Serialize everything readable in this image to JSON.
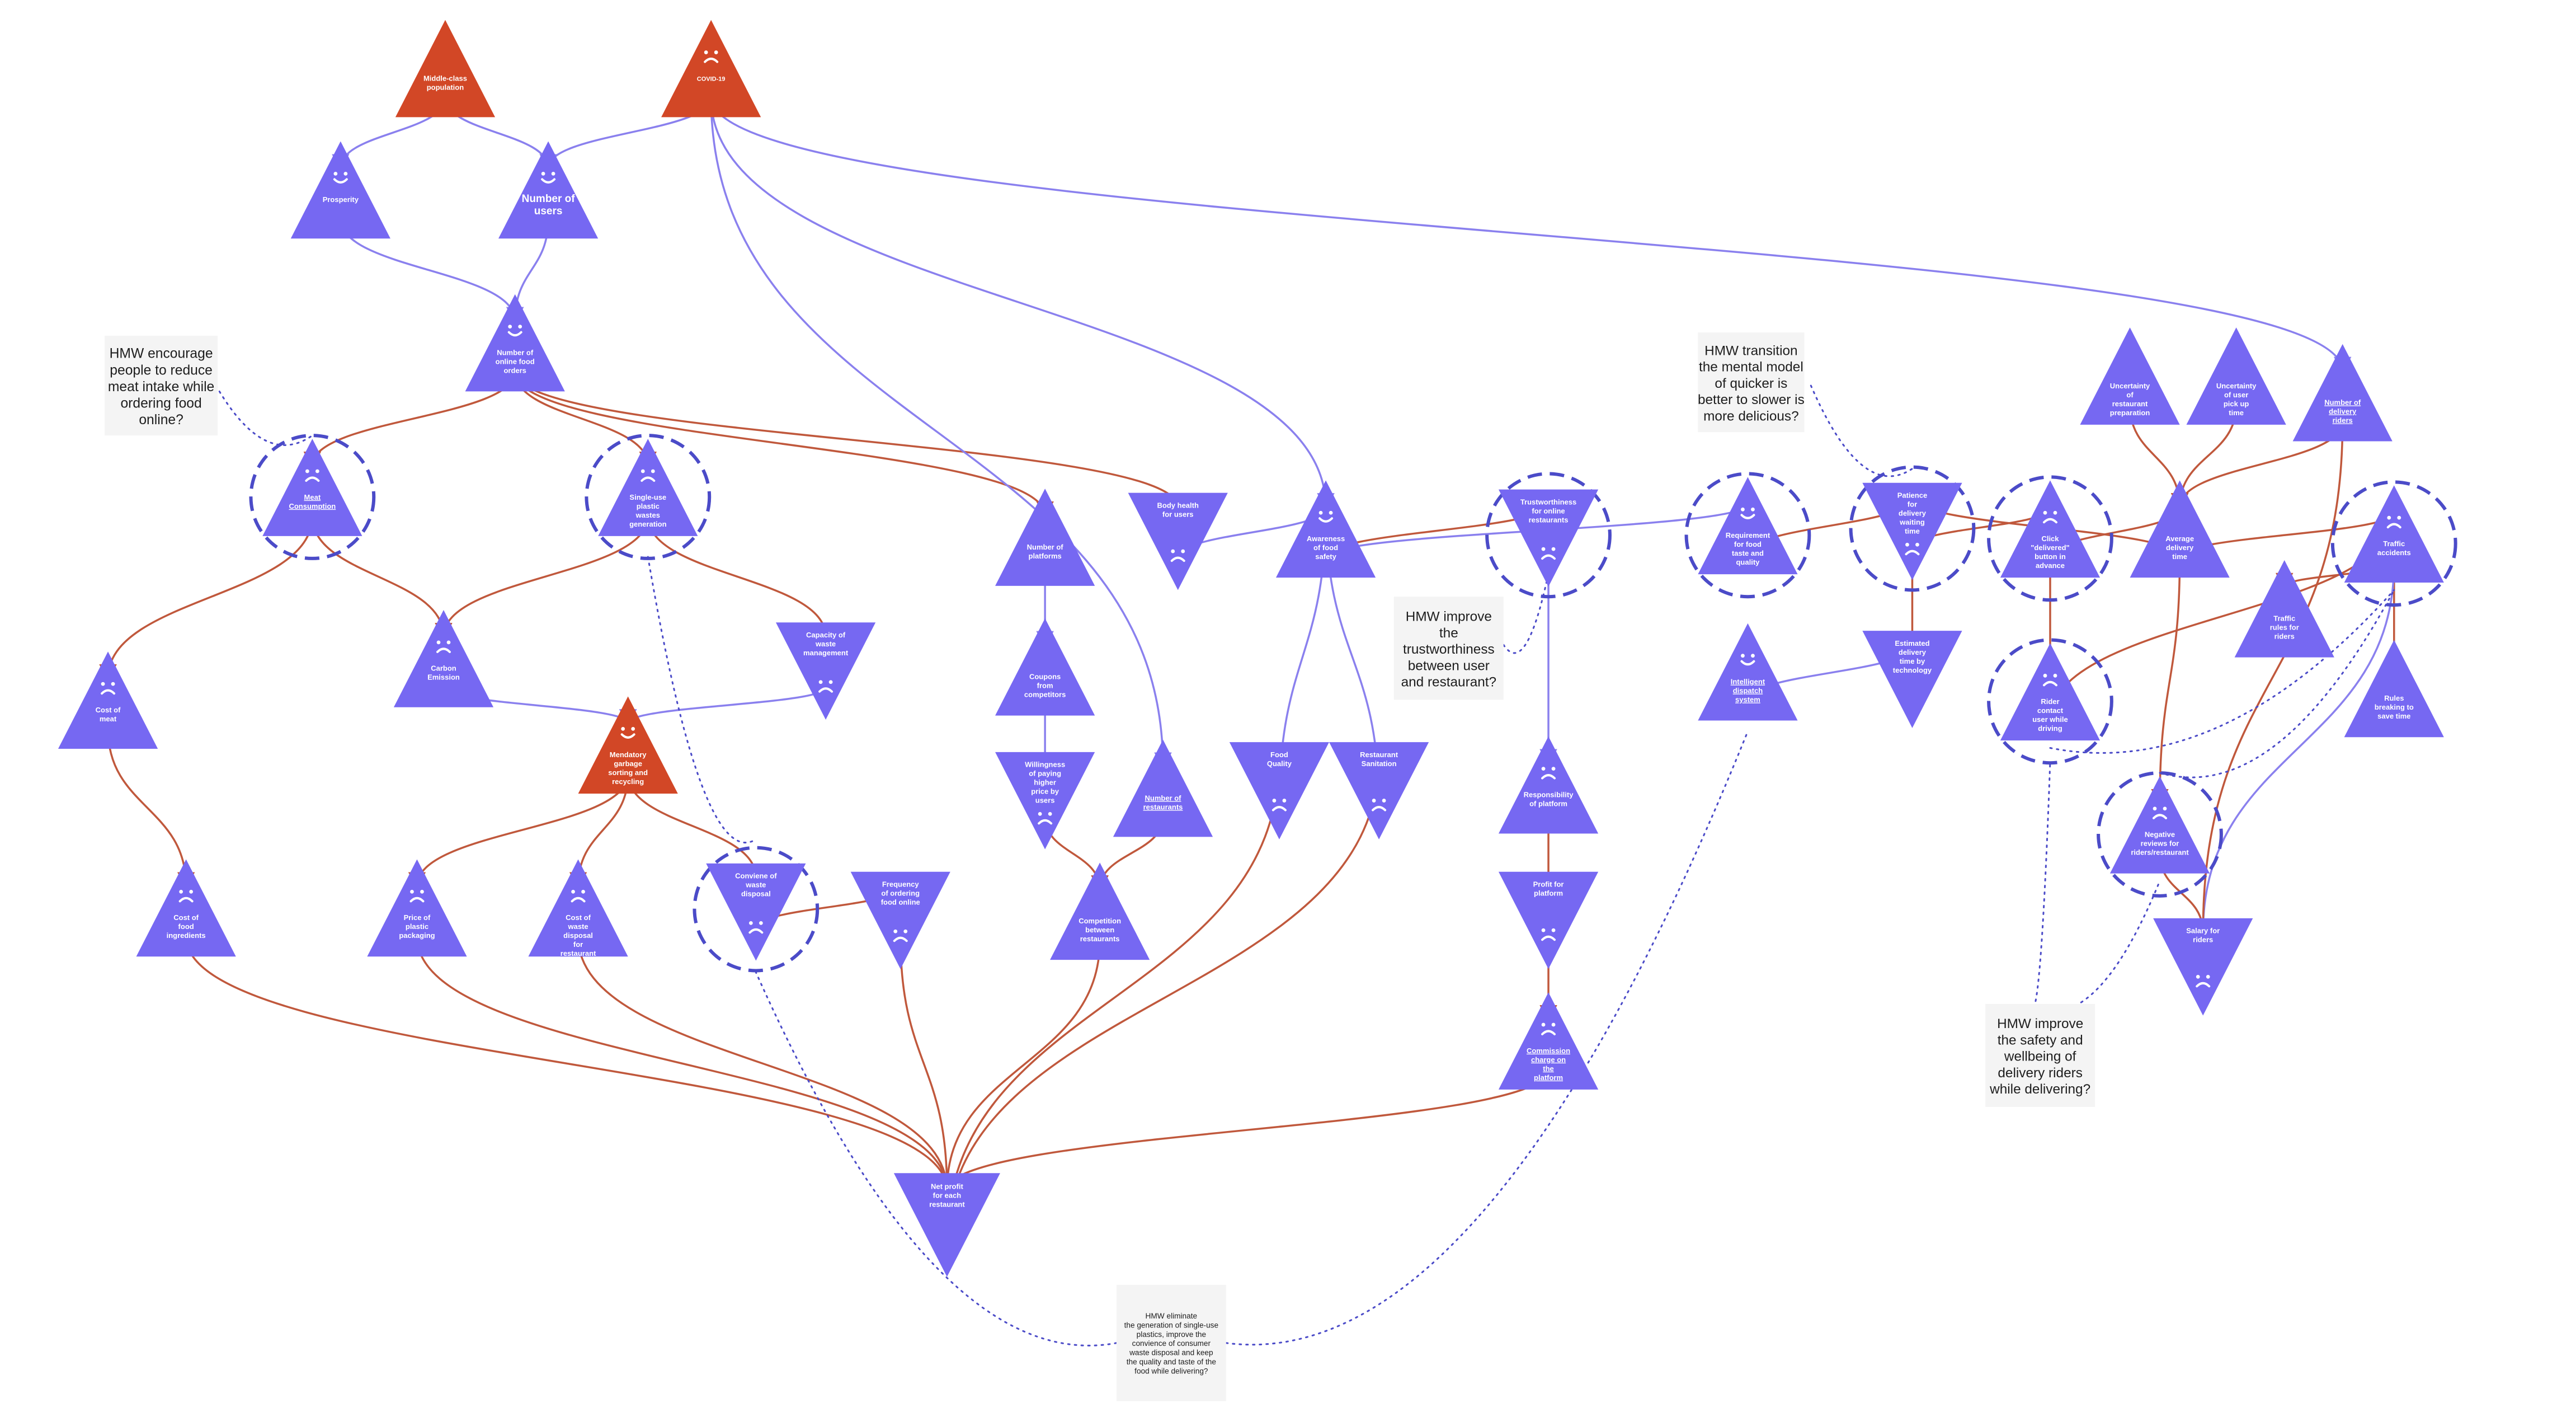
{
  "colors": {
    "purple": "#7668F2",
    "orange": "#D24726",
    "edge_purple": "#8A80EE",
    "edge_orange": "#C0583C",
    "note_bg": "#F4F4F4",
    "dashed": "#4B4BC8"
  },
  "nodes": [
    {
      "id": "middle_class",
      "label": "Middle-class population",
      "shape": "up",
      "color": "orange",
      "face": "none",
      "underline": false
    },
    {
      "id": "covid",
      "label": "COVID-19",
      "shape": "up",
      "color": "orange",
      "face": "sad",
      "underline": false
    },
    {
      "id": "prosperity",
      "label": "Prosperity",
      "shape": "up",
      "color": "purple",
      "face": "happy",
      "underline": false
    },
    {
      "id": "num_users",
      "label": "Number of users",
      "shape": "up",
      "color": "purple",
      "face": "happy",
      "underline": false
    },
    {
      "id": "online_orders",
      "label": "Number of online food orders",
      "shape": "up",
      "color": "purple",
      "face": "happy",
      "underline": false
    },
    {
      "id": "meat_consumption",
      "label": "Meat Consumption",
      "shape": "up",
      "color": "purple",
      "face": "sad",
      "underline": true
    },
    {
      "id": "plastic_waste",
      "label": "Single-use plastic wastes generation",
      "shape": "up",
      "color": "purple",
      "face": "sad",
      "underline": false
    },
    {
      "id": "cost_meat",
      "label": "Cost of meat",
      "shape": "up",
      "color": "purple",
      "face": "sad",
      "underline": false
    },
    {
      "id": "carbon",
      "label": "Carbon Emission",
      "shape": "up",
      "color": "purple",
      "face": "sad",
      "underline": false
    },
    {
      "id": "capacity_waste",
      "label": "Capacity of waste management",
      "shape": "down",
      "color": "purple",
      "face": "sad",
      "underline": false
    },
    {
      "id": "garbage_sorting",
      "label": "Mendatory garbage sorting and recycling",
      "shape": "up",
      "color": "orange",
      "face": "happy",
      "underline": false
    },
    {
      "id": "cost_ingredients",
      "label": "Cost of food ingredients",
      "shape": "up",
      "color": "purple",
      "face": "sad",
      "underline": false
    },
    {
      "id": "price_packaging",
      "label": "Price of plastic packaging",
      "shape": "up",
      "color": "purple",
      "face": "sad",
      "underline": false
    },
    {
      "id": "cost_disposal",
      "label": "Cost of waste disposal for restaurant",
      "shape": "up",
      "color": "purple",
      "face": "sad",
      "underline": false
    },
    {
      "id": "convenience_disposal",
      "label": "Conviene of waste disposal",
      "shape": "down",
      "color": "purple",
      "face": "sad",
      "underline": false
    },
    {
      "id": "frequency_ordering",
      "label": "Frequency of ordering food online",
      "shape": "down",
      "color": "purple",
      "face": "sad",
      "underline": false
    },
    {
      "id": "num_platforms",
      "label": "Number of platforms",
      "shape": "up",
      "color": "purple",
      "face": "none",
      "underline": false
    },
    {
      "id": "coupons",
      "label": "Coupons from competitors",
      "shape": "up",
      "color": "purple",
      "face": "none",
      "underline": false
    },
    {
      "id": "willingness",
      "label": "Willingness of paying higher price by users",
      "shape": "down",
      "color": "purple",
      "face": "sad",
      "underline": false
    },
    {
      "id": "num_restaurants",
      "label": "Number of restaurants",
      "shape": "up",
      "color": "purple",
      "face": "none",
      "underline": true
    },
    {
      "id": "competition",
      "label": "Competition between restaurants",
      "shape": "up",
      "color": "purple",
      "face": "none",
      "underline": false
    },
    {
      "id": "body_health",
      "label": "Body health for users",
      "shape": "down",
      "color": "purple",
      "face": "sad",
      "underline": false
    },
    {
      "id": "awareness_safety",
      "label": "Awareness of food safety",
      "shape": "up",
      "color": "purple",
      "face": "happy",
      "underline": false
    },
    {
      "id": "food_quality",
      "label": "Food Quality",
      "shape": "down",
      "color": "purple",
      "face": "sad",
      "underline": false
    },
    {
      "id": "sanitation",
      "label": "Restaurant Sanitation",
      "shape": "down",
      "color": "purple",
      "face": "sad",
      "underline": false
    },
    {
      "id": "net_profit",
      "label": "Net profit for each restaurant",
      "shape": "down",
      "color": "purple",
      "face": "none",
      "underline": false
    },
    {
      "id": "trustworthiness",
      "label": "Trustworthiness for online restaurants",
      "shape": "down",
      "color": "purple",
      "face": "sad",
      "underline": false
    },
    {
      "id": "responsibility",
      "label": "Responsibility of platform",
      "shape": "up",
      "color": "purple",
      "face": "sad",
      "underline": false
    },
    {
      "id": "profit_platform",
      "label": "Profit for platform",
      "shape": "down",
      "color": "purple",
      "face": "sad",
      "underline": false
    },
    {
      "id": "commission",
      "label": "Commission charge on the platform",
      "shape": "up",
      "color": "purple",
      "face": "sad",
      "underline": true
    },
    {
      "id": "requirement_taste",
      "label": "Requirement for food taste and quality",
      "shape": "up",
      "color": "purple",
      "face": "happy",
      "underline": false
    },
    {
      "id": "intelligent_dispatch",
      "label": "Intelligent dispatch system",
      "shape": "up",
      "color": "purple",
      "face": "happy",
      "underline": true
    },
    {
      "id": "patience",
      "label": "Patience for delivery waiting time",
      "shape": "down",
      "color": "purple",
      "face": "sad",
      "underline": false
    },
    {
      "id": "estimated_time",
      "label": "Estimated delivery time by technology",
      "shape": "down",
      "color": "purple",
      "face": "none",
      "underline": false
    },
    {
      "id": "click_delivered",
      "label": "Click \"delivered\" button in advance",
      "shape": "up",
      "color": "purple",
      "face": "sad",
      "underline": false
    },
    {
      "id": "rider_contact",
      "label": "Rider contact user while driving",
      "shape": "up",
      "color": "purple",
      "face": "sad",
      "underline": false
    },
    {
      "id": "uncertainty_prep",
      "label": "Uncertainty of restaurant preparation",
      "shape": "up",
      "color": "purple",
      "face": "none",
      "underline": false
    },
    {
      "id": "uncertainty_pickup",
      "label": "Uncertainty of user pick up time",
      "shape": "up",
      "color": "purple",
      "face": "none",
      "underline": false
    },
    {
      "id": "avg_delivery",
      "label": "Average delivery time",
      "shape": "up",
      "color": "purple",
      "face": "none",
      "underline": false
    },
    {
      "id": "num_riders",
      "label": "Number of delivery riders",
      "shape": "up",
      "color": "purple",
      "face": "none",
      "underline": true
    },
    {
      "id": "traffic_accidents",
      "label": "Traffic accidents",
      "shape": "up",
      "color": "purple",
      "face": "sad",
      "underline": false
    },
    {
      "id": "traffic_rules",
      "label": "Traffic rules for riders",
      "shape": "up",
      "color": "purple",
      "face": "none",
      "underline": false
    },
    {
      "id": "rules_breaking",
      "label": "Rules breaking to save time",
      "shape": "up",
      "color": "purple",
      "face": "none",
      "underline": false
    },
    {
      "id": "negative_reviews",
      "label": "Negative reviews for riders/restaurant",
      "shape": "up",
      "color": "purple",
      "face": "sad",
      "underline": false
    },
    {
      "id": "salary_riders",
      "label": "Salary for riders",
      "shape": "down",
      "color": "purple",
      "face": "sad",
      "underline": false
    }
  ],
  "notes": [
    {
      "id": "hmw_meat",
      "lines": [
        "HMW encourage",
        "people to reduce",
        "meat intake while",
        "ordering food",
        "online?"
      ]
    },
    {
      "id": "hmw_trust",
      "lines": [
        "HMW improve",
        "the",
        "trustworthiness",
        "between user",
        "and restaurant?"
      ]
    },
    {
      "id": "hmw_mental",
      "lines": [
        "HMW transition",
        "the mental model",
        "of quicker is",
        "better to slower is",
        "more delicious?"
      ]
    },
    {
      "id": "hmw_safety",
      "lines": [
        "HMW improve",
        "the safety and",
        "wellbeing of",
        "delivery riders",
        "while delivering?"
      ]
    },
    {
      "id": "hmw_plastics",
      "lines": [
        "HMW eliminate",
        "the generation of single-use",
        "plastics, improve the",
        "convience of consumer",
        "waste disposal and keep",
        "the quality and taste of the",
        "food while delivering?"
      ]
    }
  ]
}
